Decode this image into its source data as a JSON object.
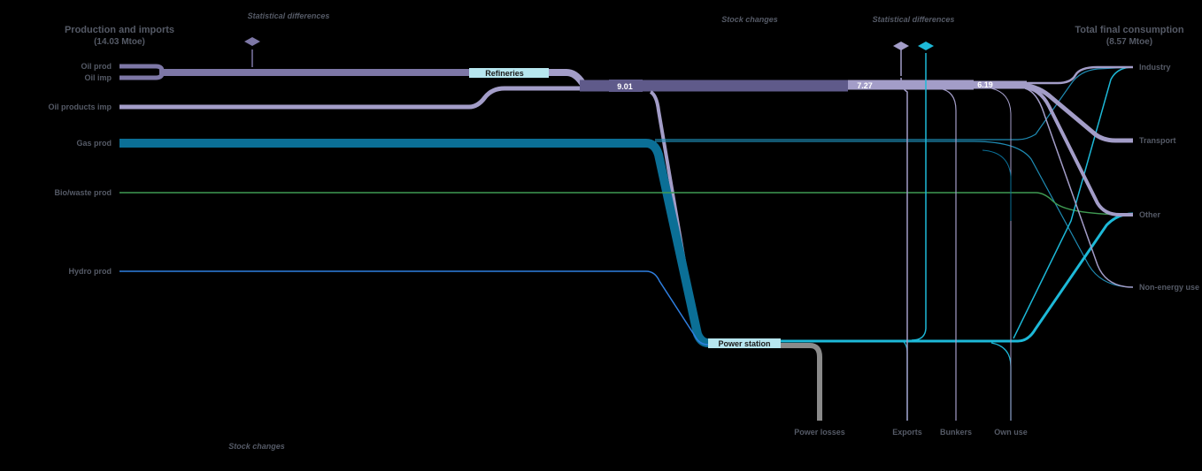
{
  "colors": {
    "oil": "#7d77a6",
    "oil_light": "#a39dc8",
    "oil_dark": "#5f5a8a",
    "gas": "#0b6f96",
    "gas_light": "#1f8bb3",
    "bio": "#3f9a52",
    "hydro": "#2f7fe0",
    "elec": "#1db9d8",
    "losses": "#8a8a8a",
    "node_fill": "#b7e6ef",
    "text": "#555a66"
  },
  "left_header": {
    "title": "Production and imports",
    "subtitle": "(14.03 Mtoe)"
  },
  "right_header": {
    "title": "Total final consumption",
    "subtitle": "(8.57 Mtoe)"
  },
  "top_annotations": {
    "stat_diff_left": "Statistical differences",
    "stock_changes_top": "Stock changes",
    "stat_diff_right": "Statistical differences"
  },
  "bottom_annotations": {
    "stock_changes_bottom": "Stock changes"
  },
  "sources": {
    "oil_prod": "Oil prod",
    "oil_imp": "Oil imp",
    "oil_products_imp": "Oil products imp",
    "gas_prod": "Gas prod",
    "biowaste_prod": "Bio/waste prod",
    "hydro_prod": "Hydro prod"
  },
  "nodes": {
    "refineries": "Refineries",
    "power_station": "Power station"
  },
  "flow_values": {
    "oil_after_refinery": "9.01",
    "oil_after_stock": "7.27",
    "oil_after_exports": "6.19"
  },
  "sinks_bottom": {
    "power_losses": "Power losses",
    "exports": "Exports",
    "bunkers": "Bunkers",
    "own_use": "Own use"
  },
  "sinks_right": {
    "industry": "Industry",
    "transport": "Transport",
    "other": "Other",
    "non_energy_use": "Non-energy use"
  }
}
